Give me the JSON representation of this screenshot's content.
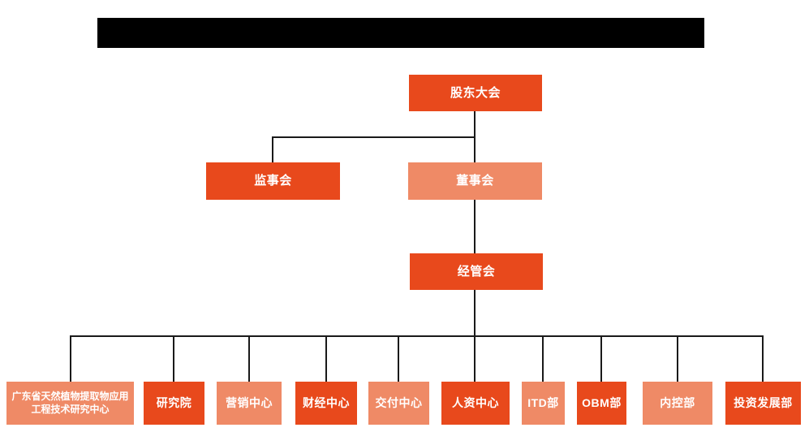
{
  "colors": {
    "primary": "#e8491c",
    "secondary": "#ef8a66",
    "connector": "#1a1a1a",
    "redacted": "#000000",
    "node_text": "#ffffff",
    "page_bg": "#ffffff"
  },
  "title_bar": {
    "redacted": true
  },
  "nodes": {
    "shareholders": {
      "label": "股东大会"
    },
    "supervisory": {
      "label": "监事会"
    },
    "board": {
      "label": "董事会"
    },
    "management": {
      "label": "经管会"
    }
  },
  "departments": [
    {
      "label": "广东省天然植物提取物应用工程技术研究中心",
      "variant": "light"
    },
    {
      "label": "研究院",
      "variant": "dark"
    },
    {
      "label": "营销中心",
      "variant": "light"
    },
    {
      "label": "财经中心",
      "variant": "dark"
    },
    {
      "label": "交付中心",
      "variant": "light"
    },
    {
      "label": "人资中心",
      "variant": "dark"
    },
    {
      "label": "ITD部",
      "variant": "light"
    },
    {
      "label": "OBM部",
      "variant": "dark"
    },
    {
      "label": "内控部",
      "variant": "light"
    },
    {
      "label": "投资发展部",
      "variant": "dark"
    }
  ]
}
